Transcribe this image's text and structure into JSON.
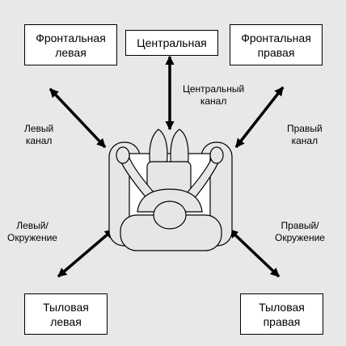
{
  "speakers": {
    "front_left": "Фронтальная\nлевая",
    "center": "Центральная",
    "front_right": "Фронтальная\nправая",
    "rear_left": "Тыловая\nлевая",
    "rear_right": "Тыловая\nправая"
  },
  "channels": {
    "center": "Центральный\nканал",
    "left": "Левый\nканал",
    "right": "Правый\nканал",
    "left_surround": "Левый/\nОкружение",
    "right_surround": "Правый/\nОкружение"
  },
  "colors": {
    "background": "#e8e8e8",
    "box_fill": "#ffffff",
    "seat_fill": "#e6e6e6",
    "line": "#000000"
  }
}
